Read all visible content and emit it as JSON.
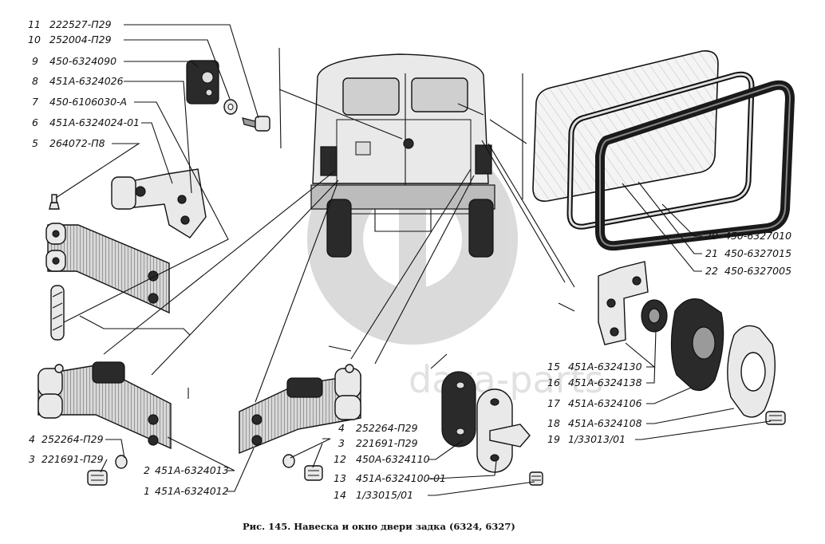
{
  "callouts": [
    {
      "n": "11",
      "code": "222527-П29"
    },
    {
      "n": "10",
      "code": "252004-П29"
    },
    {
      "n": "9",
      "code": "450-6324090"
    },
    {
      "n": "8",
      "code": "451А-6324026"
    },
    {
      "n": "7",
      "code": "450-6106030-А"
    },
    {
      "n": "6",
      "code": "451А-6324024-01"
    },
    {
      "n": "5",
      "code": "264072-П8"
    },
    {
      "n": "4",
      "code": "252264-П29"
    },
    {
      "n": "3",
      "code": "221691-П29"
    },
    {
      "n": "2",
      "code": "451А-6324013"
    },
    {
      "n": "1",
      "code": "451А-6324012"
    },
    {
      "n": "4",
      "code": "252264-П29"
    },
    {
      "n": "3",
      "code": "221691-П29"
    },
    {
      "n": "12",
      "code": "450А-6324110"
    },
    {
      "n": "13",
      "code": "451А-6324100-01"
    },
    {
      "n": "14",
      "code": "1/33015/01"
    },
    {
      "n": "15",
      "code": "451А-6324130"
    },
    {
      "n": "16",
      "code": "451А-6324138"
    },
    {
      "n": "17",
      "code": "451А-6324106"
    },
    {
      "n": "18",
      "code": "451А-6324108"
    },
    {
      "n": "19",
      "code": "1/33013/01"
    },
    {
      "n": "20",
      "code": "450-6327010"
    },
    {
      "n": "21",
      "code": "450-6327015"
    },
    {
      "n": "22",
      "code": "450-6327005"
    }
  ],
  "caption": "Рис. 145. Навеска и окно двери задка (6324, 6327)",
  "watermark": "daza-parts"
}
